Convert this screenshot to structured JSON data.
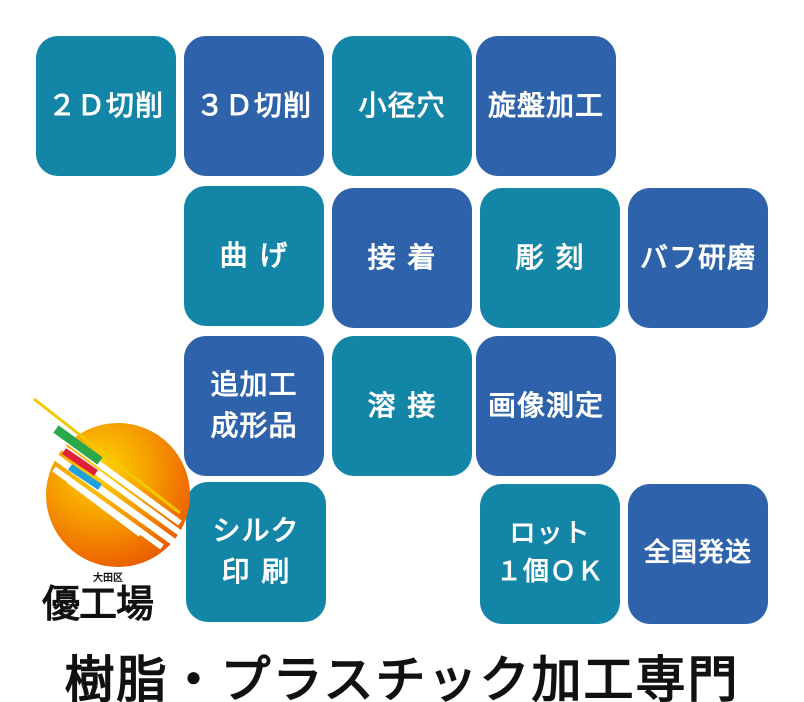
{
  "tiles": {
    "cut2d": {
      "line1": "２Ｄ切削",
      "color": "#1386a7"
    },
    "cut3d": {
      "line1": "３Ｄ切削",
      "color": "#2e62aa"
    },
    "small_hole": {
      "line1": "小径穴",
      "color": "#1386a7"
    },
    "lathe": {
      "line1": "旋盤加工",
      "color": "#2e62aa"
    },
    "bending": {
      "line1": "曲 げ",
      "color": "#1386a7"
    },
    "bonding": {
      "line1": "接 着",
      "color": "#2e62aa"
    },
    "engraving": {
      "line1": "彫 刻",
      "color": "#1386a7"
    },
    "buff": {
      "line1": "バフ研磨",
      "color": "#2e62aa"
    },
    "post_processing": {
      "line1": "追加工",
      "line2": "成形品",
      "color": "#2e62aa"
    },
    "welding": {
      "line1": "溶 接",
      "color": "#1386a7"
    },
    "image_measure": {
      "line1": "画像測定",
      "color": "#2e62aa"
    },
    "silk": {
      "line1": "シルク",
      "line2": "印 刷",
      "color": "#1386a7"
    },
    "lot": {
      "line1": "ロット",
      "line2": "１個ＯＫ",
      "color": "#1386a7"
    },
    "shipping": {
      "line1": "全国発送",
      "color": "#2e62aa"
    }
  },
  "logo": {
    "name": "優工場",
    "sub": "大田区"
  },
  "footer": {
    "title": "樹脂・プラスチック加工専門"
  }
}
